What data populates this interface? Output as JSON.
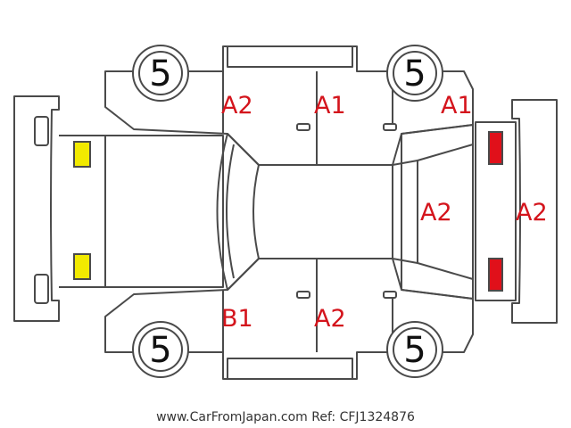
{
  "diagram": {
    "tires": {
      "front_left": "5",
      "rear_left": "5",
      "front_right": "5",
      "rear_right": "5"
    },
    "damage_codes": {
      "front_left_fender": "A2",
      "left_rear_door": "A1",
      "left_rear_quarter": "A1",
      "rear_window": "A2",
      "rear_bumper": "A2",
      "right_front_sill": "B1",
      "right_rear_door": "A2"
    },
    "colors": {
      "damage_text": "#d4141c",
      "front_lights": "#f2ea00",
      "rear_lights": "#e0101a",
      "outline": "#4a4a4a"
    }
  },
  "footer": {
    "source_text": "www.CarFromJapan.com Ref: CFJ1324876"
  }
}
